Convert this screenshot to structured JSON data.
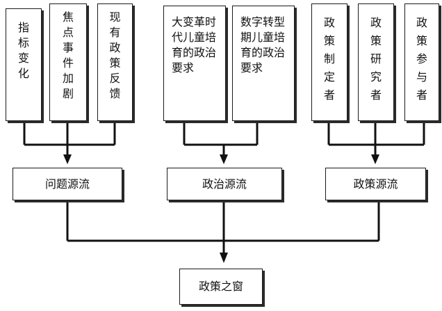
{
  "sources": {
    "problem": {
      "items": [
        "指标变化",
        "焦点事件加剧",
        "现有政策反馈"
      ],
      "label": "问题源流"
    },
    "politics": {
      "items": [
        "大变革时代儿童培育的政治要求",
        "数字转型期儿童培育的政治要求"
      ],
      "label": "政治源流"
    },
    "policy": {
      "items": [
        "政策制定者",
        "政策研究者",
        "政策参与者"
      ],
      "label": "政策源流"
    }
  },
  "window": {
    "label": "政策之窗"
  }
}
